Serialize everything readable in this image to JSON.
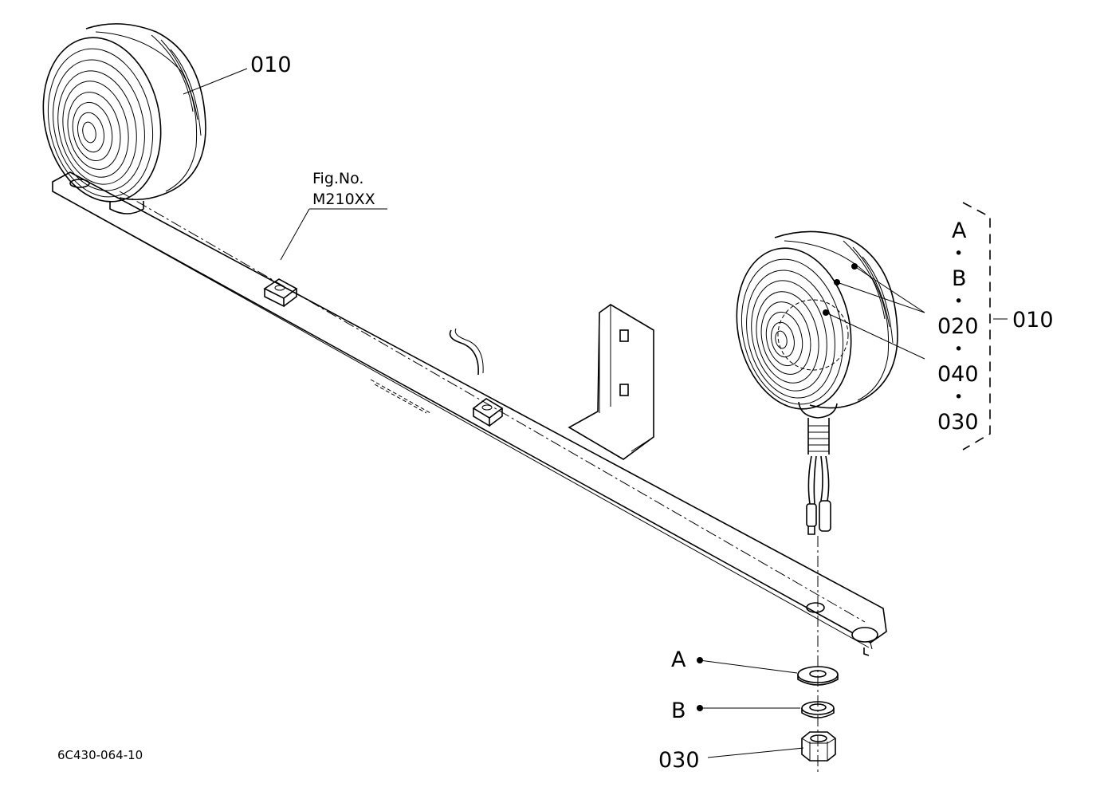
{
  "diagram": {
    "figure_reference": {
      "line1": "Fig.No.",
      "line2": "M210XX"
    },
    "drawing_code": "6C430-064-10",
    "callouts": {
      "lamp_left": "010",
      "bracket_group": "010",
      "stack_a": "A",
      "stack_b": "B",
      "stack_020": "020",
      "stack_040": "040",
      "stack_030": "030",
      "washer_a": "A",
      "washer_b": "B",
      "nut": "030"
    },
    "separator_dot": "•"
  }
}
